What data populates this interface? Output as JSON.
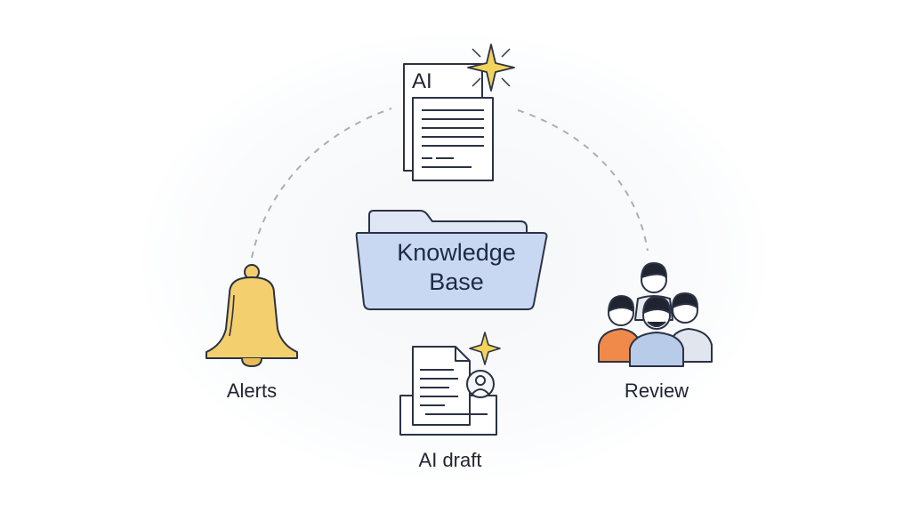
{
  "center": {
    "line1": "Knowledge",
    "line2": "Base"
  },
  "top_node": {
    "doc_title": "AI"
  },
  "left_node": {
    "label": "Alerts"
  },
  "bottom_node": {
    "label": "AI draft"
  },
  "right_node": {
    "label": "Review"
  },
  "colors": {
    "folder_fill": "#c9d8f2",
    "folder_stroke": "#2b3245",
    "bell_fill": "#f3cf6d",
    "sparkle": "#f2d35c",
    "connector": "#a9aeb8",
    "shirt_orange": "#f08a4b",
    "shirt_blue": "#b8cbe9"
  }
}
